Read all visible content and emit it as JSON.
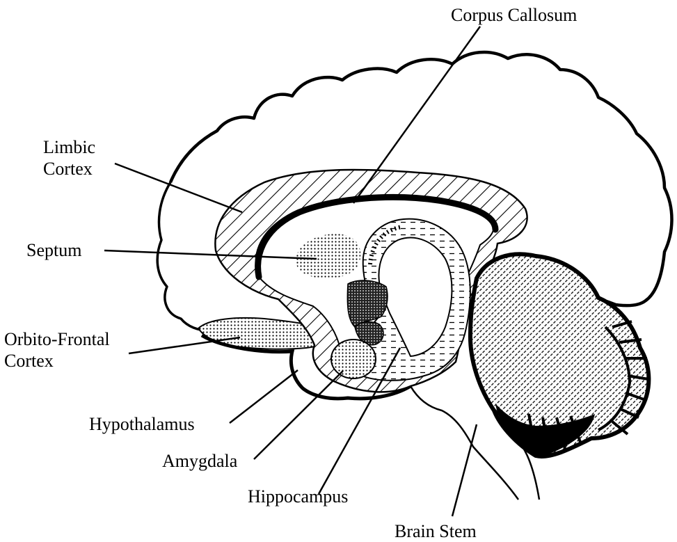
{
  "labels": {
    "corpus_callosum": "Corpus Callosum",
    "limbic_cortex_line1": "Limbic",
    "limbic_cortex_line2": "Cortex",
    "septum": "Septum",
    "orbito_frontal_line1": "Orbito-Frontal",
    "orbito_frontal_line2": "Cortex",
    "hypothalamus": "Hypothalamus",
    "amygdala": "Amygdala",
    "hippocampus": "Hippocampus",
    "brain_stem": "Brain Stem"
  },
  "colors": {
    "ink": "#000000",
    "paper": "#ffffff"
  }
}
